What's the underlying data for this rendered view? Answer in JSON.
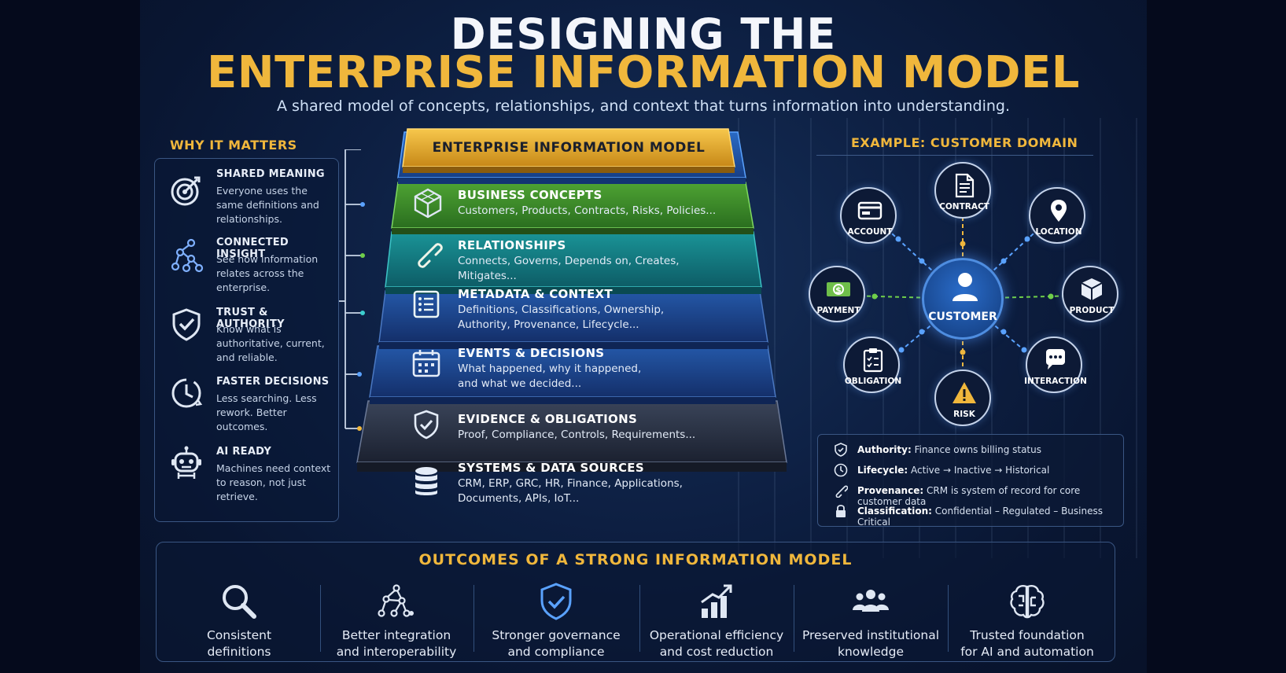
{
  "title": {
    "line1": "DESIGNING THE",
    "line2": "ENTERPRISE INFORMATION MODEL",
    "subtitle": "A shared model of concepts, relationships, and context that turns information into understanding."
  },
  "why": {
    "heading": "WHY IT MATTERS",
    "items": [
      {
        "title": "SHARED MEANING",
        "desc": "Everyone uses the same definitions and relationships.",
        "icon": "target-icon"
      },
      {
        "title": "CONNECTED INSIGHT",
        "desc": "See how information relates across the enterprise.",
        "icon": "network-icon"
      },
      {
        "title": "TRUST & AUTHORITY",
        "desc": "Know what is authoritative, current, and reliable.",
        "icon": "shield-check-icon"
      },
      {
        "title": "FASTER DECISIONS",
        "desc": "Less searching. Less rework. Better outcomes.",
        "icon": "clock-icon"
      },
      {
        "title": "AI READY",
        "desc": "Machines need context to reason, not just retrieve.",
        "icon": "robot-icon"
      }
    ]
  },
  "model": {
    "top_label": "ENTERPRISE INFORMATION MODEL",
    "layers": [
      {
        "title": "BUSINESS CONCEPTS",
        "desc": "Customers, Products, Contracts, Risks, Policies...",
        "icon": "cube-icon",
        "color": "#1f58a8"
      },
      {
        "title": "RELATIONSHIPS",
        "desc": "Connects, Governs, Depends on, Creates, Mitigates...",
        "icon": "link-icon",
        "color": "#3f8a2c"
      },
      {
        "title": "METADATA & CONTEXT",
        "desc": "Definitions, Classifications, Ownership, Authority, Provenance, Lifecycle...",
        "icon": "list-icon",
        "color": "#137a7c"
      },
      {
        "title": "EVENTS & DECISIONS",
        "desc": "What happened, why it happened, and what we decided...",
        "icon": "calendar-icon",
        "color": "#1b4994"
      },
      {
        "title": "EVIDENCE & OBLIGATIONS",
        "desc": "Proof, Compliance, Controls, Requirements...",
        "icon": "shield-icon",
        "color": "#1a418a"
      },
      {
        "title": "SYSTEMS & DATA SOURCES",
        "desc": "CRM, ERP, GRC, HR, Finance, Applications, Documents, APIs, IoT...",
        "icon": "database-icon",
        "color": "#2b3448"
      }
    ]
  },
  "example": {
    "heading": "EXAMPLE: CUSTOMER DOMAIN",
    "center": "CUSTOMER",
    "nodes": [
      {
        "label": "CONTRACT",
        "icon": "document-icon"
      },
      {
        "label": "ACCOUNT",
        "icon": "card-icon"
      },
      {
        "label": "LOCATION",
        "icon": "pin-icon"
      },
      {
        "label": "PAYMENT",
        "icon": "money-icon"
      },
      {
        "label": "PRODUCT",
        "icon": "box-icon"
      },
      {
        "label": "OBLIGATION",
        "icon": "clipboard-icon"
      },
      {
        "label": "INTERACTION",
        "icon": "chat-icon"
      },
      {
        "label": "RISK",
        "icon": "warning-icon"
      }
    ],
    "attributes": [
      {
        "key": "Authority:",
        "value": "Finance owns billing status",
        "icon": "shield-icon"
      },
      {
        "key": "Lifecycle:",
        "value": "Active → Inactive → Historical",
        "icon": "clock-icon"
      },
      {
        "key": "Provenance:",
        "value": "CRM is system of record for core customer data",
        "icon": "link-icon"
      },
      {
        "key": "Classification:",
        "value": "Confidential – Regulated – Business Critical",
        "icon": "lock-icon"
      }
    ]
  },
  "outcomes": {
    "heading": "OUTCOMES OF A STRONG INFORMATION MODEL",
    "items": [
      {
        "line1": "Consistent",
        "line2": "definitions",
        "icon": "magnifier-icon"
      },
      {
        "line1": "Better integration",
        "line2": "and interoperability",
        "icon": "network-icon"
      },
      {
        "line1": "Stronger governance",
        "line2": "and compliance",
        "icon": "shield-check-icon"
      },
      {
        "line1": "Operational efficiency",
        "line2": "and cost reduction",
        "icon": "growth-chart-icon"
      },
      {
        "line1": "Preserved institutional",
        "line2": "knowledge",
        "icon": "people-icon"
      },
      {
        "line1": "Trusted foundation",
        "line2": "for AI and automation",
        "icon": "brain-icon"
      }
    ]
  },
  "colors": {
    "accent_gold": "#f0b73c",
    "background": "#0d1f42",
    "center_blue": "#2a6cc9"
  }
}
